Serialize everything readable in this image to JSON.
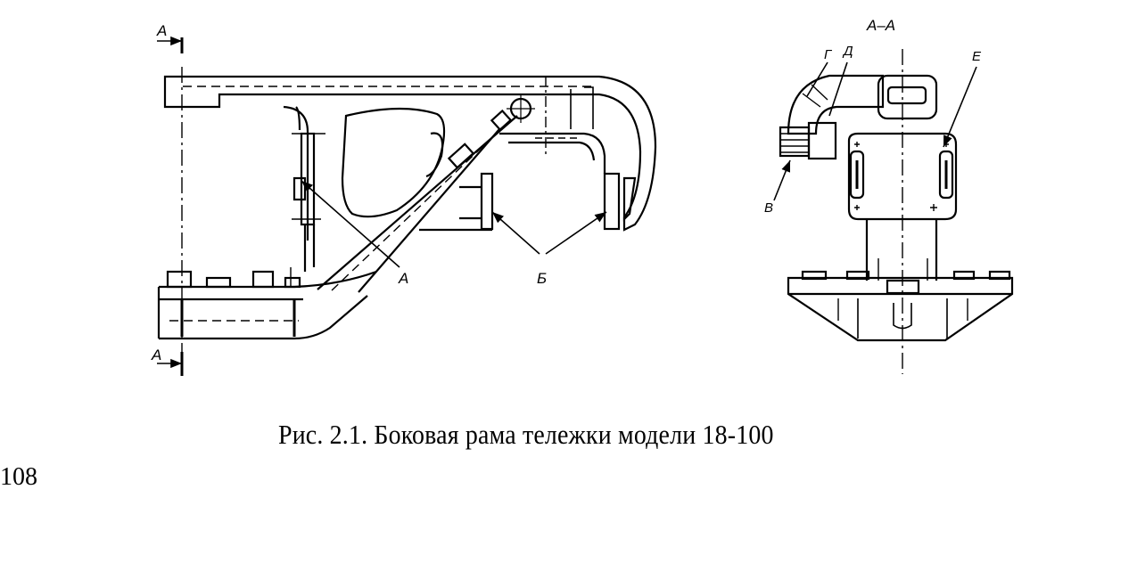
{
  "figure": {
    "caption": "Рис. 2.1. Боковая рама тележки модели 18-100",
    "page_number": "108",
    "section_title": "А–А",
    "section_marks": [
      "А",
      "А"
    ],
    "side_labels": [
      "А",
      "Б"
    ],
    "section_labels": [
      "Г",
      "Д",
      "Е",
      "В"
    ]
  }
}
